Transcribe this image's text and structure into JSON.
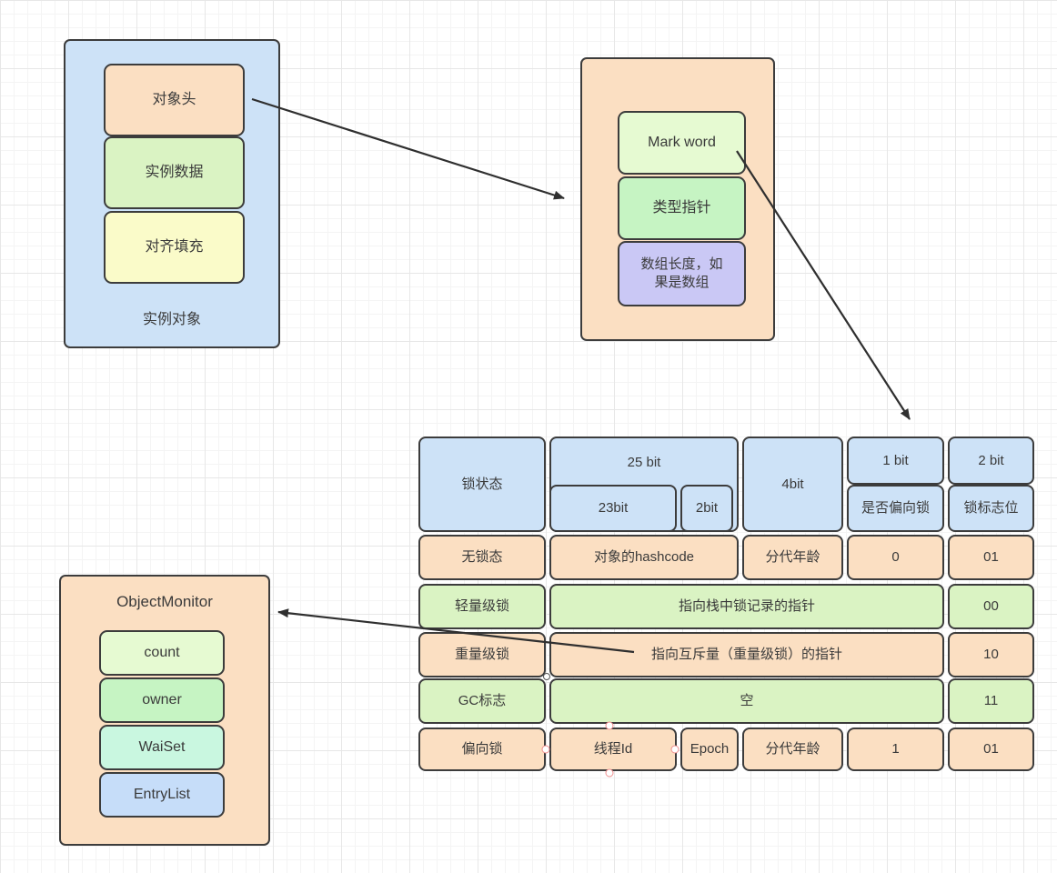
{
  "instance_object": {
    "label": "实例对象",
    "items": [
      {
        "label": "对象头"
      },
      {
        "label": "实例数据"
      },
      {
        "label": "对齐填充"
      }
    ]
  },
  "object_header_detail": {
    "items": [
      {
        "label": "Mark word"
      },
      {
        "label": "类型指针"
      },
      {
        "label": "数组长度，如果是数组"
      }
    ]
  },
  "object_monitor": {
    "title": "ObjectMonitor",
    "items": [
      {
        "label": "count"
      },
      {
        "label": "owner"
      },
      {
        "label": "WaiSet"
      },
      {
        "label": "EntryList"
      }
    ]
  },
  "lock_table": {
    "header": {
      "lock_state": "锁状态",
      "bits_25": "25 bit",
      "bits_23": "23bit",
      "bits_2": "2bit",
      "bits_4": "4bit",
      "bit_1": "1 bit",
      "is_biased": "是否偏向锁",
      "bits_2_flag": "2 bit",
      "lock_flag": "锁标志位"
    },
    "rows": [
      {
        "state": "无锁态",
        "hashcode": "对象的hashcode",
        "age": "分代年龄",
        "biased": "0",
        "flag": "01"
      },
      {
        "state": "轻量级锁",
        "pointer": "指向栈中锁记录的指针",
        "flag": "00"
      },
      {
        "state": "重量级锁",
        "pointer": "指向互斥量（重量级锁）的指针",
        "flag": "10"
      },
      {
        "state": "GC标志",
        "pointer": "空",
        "flag": "11"
      },
      {
        "state": "偏向锁",
        "thread_id": "线程Id",
        "epoch": "Epoch",
        "age": "分代年龄",
        "biased": "1",
        "flag": "01"
      }
    ]
  },
  "colors": {
    "border": "#3c3c3c",
    "blue": "#cde2f7",
    "peach": "#fbdfc2",
    "green": "#daf3c3",
    "yellow": "#fafbc9",
    "pale_green": "#e6fad2",
    "mint": "#c6f4c3",
    "purple": "#cac8f5",
    "teal": "#c9f7e0",
    "box_blue": "#c6ddf9",
    "connection_point": "#ef8e8e"
  }
}
